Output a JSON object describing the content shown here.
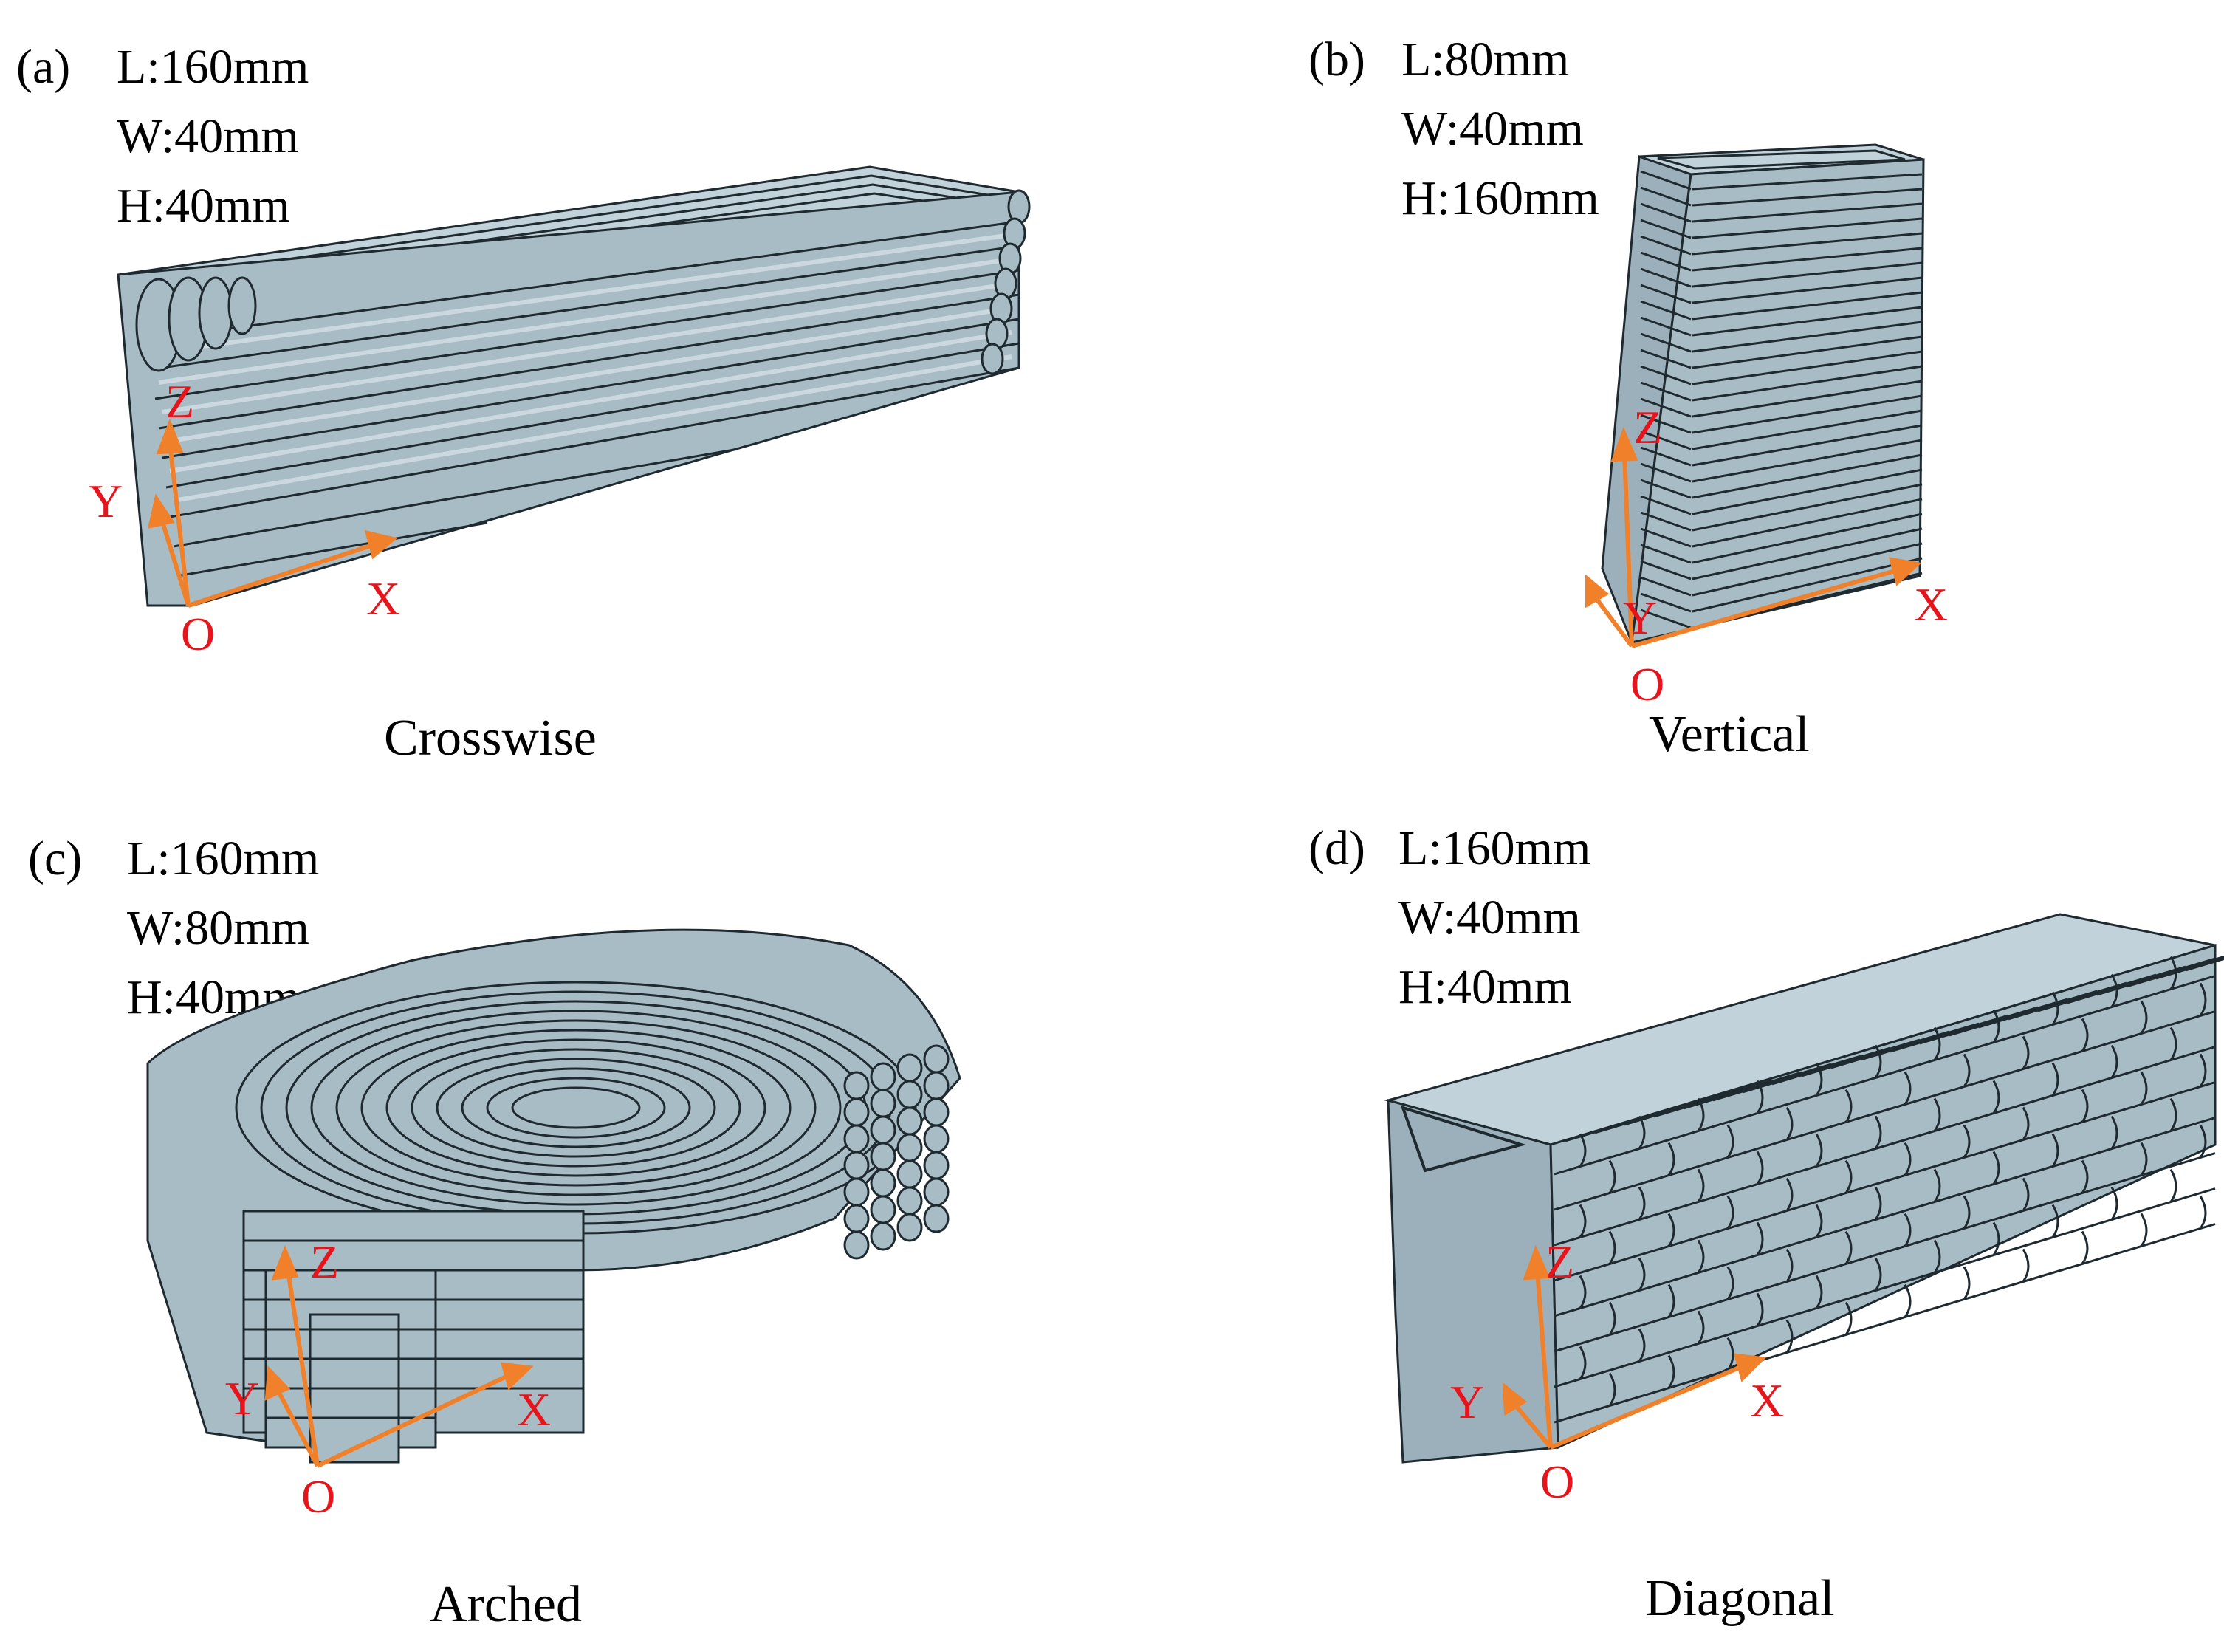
{
  "colors": {
    "filament_fill": "#a8bcc6",
    "filament_edge": "#1e2a30",
    "filament_highlight": "#d4e0e6",
    "axis_arrow": "#f0802a",
    "axis_label": "#e8141b"
  },
  "panels": [
    {
      "id": "a",
      "label": "(a)",
      "dims": [
        "L:160mm",
        "W:40mm",
        "H:40mm"
      ],
      "caption": "Crosswise",
      "axes": {
        "x": "X",
        "y": "Y",
        "z": "Z",
        "origin": "O"
      }
    },
    {
      "id": "b",
      "label": "(b)",
      "dims": [
        "L:80mm",
        "W:40mm",
        "H:160mm"
      ],
      "caption": "Vertical",
      "axes": {
        "x": "X",
        "y": "Y",
        "z": "Z",
        "origin": "O"
      }
    },
    {
      "id": "c",
      "label": "(c)",
      "dims": [
        "L:160mm",
        "W:80mm",
        "H:40mm"
      ],
      "caption": "Arched",
      "axes": {
        "x": "X",
        "y": "Y",
        "z": "Z",
        "origin": "O"
      }
    },
    {
      "id": "d",
      "label": "(d)",
      "dims": [
        "L:160mm",
        "W:40mm",
        "H:40mm"
      ],
      "caption": "Diagonal",
      "axes": {
        "x": "X",
        "y": "Y",
        "z": "Z",
        "origin": "O"
      }
    }
  ]
}
